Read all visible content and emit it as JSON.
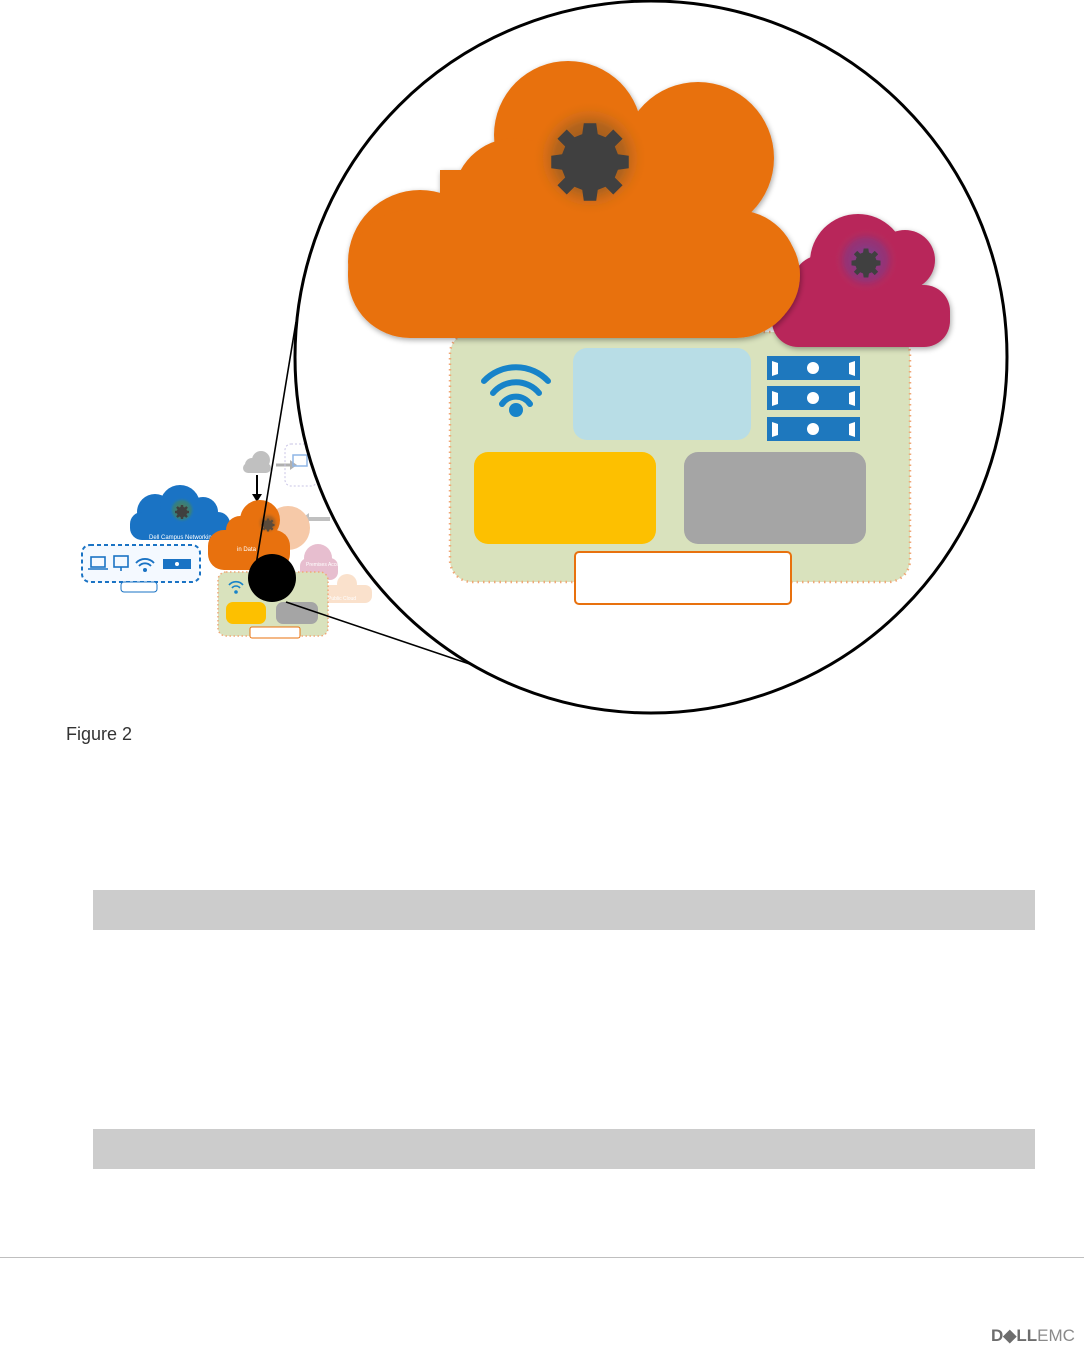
{
  "figure": {
    "caption": "Figure 2",
    "small_labels": {
      "campus_cloud": "Dell Campus Networking",
      "datacenter_cloud": "in Data",
      "premises_cloud": "Premises\nAccess",
      "public_cloud": "Public Cloud"
    }
  },
  "colors": {
    "orange_cloud": "#E8710E",
    "magenta_cloud": "#B8285A",
    "blue_cloud": "#1A73C4",
    "panel_green": "#D9E2BD",
    "panel_border": "#F0A878",
    "light_blue_box": "#B8DDE6",
    "yellow_box": "#FDC000",
    "gray_box": "#A5A5A5",
    "wifi_blue": "#1783C9",
    "server_blue": "#1E78BE",
    "gear": "#3F3F3F",
    "gray_bar": "#CCCCCC"
  },
  "icons": [
    "gear-icon",
    "wifi-icon",
    "server-stack-icon",
    "laptop-icon",
    "monitor-icon"
  ],
  "footer": {
    "logo_dell": "D◆LL",
    "logo_emc": "EMC"
  }
}
